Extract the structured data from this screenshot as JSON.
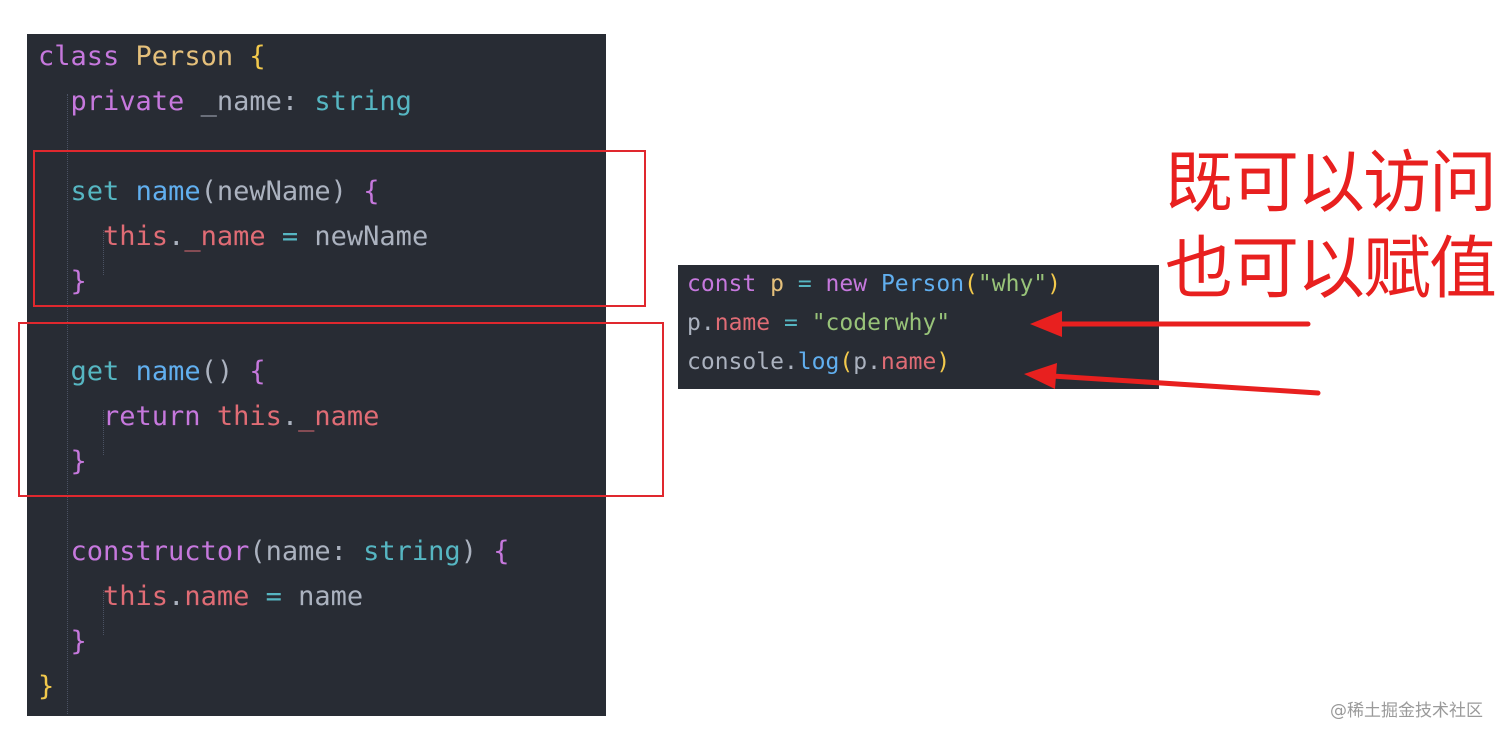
{
  "colors": {
    "editor_background": "#282c34",
    "keyword": "#c678dd",
    "class_name": "#e5c07b",
    "function": "#61afef",
    "type": "#56b6c2",
    "property": "#e06c75",
    "string": "#98c379",
    "plain": "#abb2bf",
    "annotation_red": "#e8201f"
  },
  "class_code": {
    "line1": {
      "kw": "class",
      "name": "Person",
      "brace": "{"
    },
    "line2": {
      "kw": "private",
      "field": "_name",
      "colon": ":",
      "type": "string"
    },
    "line4": {
      "kw": "set",
      "fn": "name",
      "open": "(",
      "param": "newName",
      "close": ")",
      "brace": "{"
    },
    "line5": {
      "this": "this",
      "dot": ".",
      "prop": "_name",
      "eq": "=",
      "value": "newName"
    },
    "line6": {
      "brace": "}"
    },
    "line8": {
      "kw": "get",
      "fn": "name",
      "parens": "()",
      "brace": "{"
    },
    "line9": {
      "kw": "return",
      "this": "this",
      "dot": ".",
      "prop": "_name"
    },
    "line10": {
      "brace": "}"
    },
    "line12": {
      "fn": "constructor",
      "open": "(",
      "param": "name",
      "colon": ":",
      "type": "string",
      "close": ")",
      "brace": "{"
    },
    "line13": {
      "this": "this",
      "dot": ".",
      "prop": "name",
      "eq": "=",
      "value": "name"
    },
    "line14": {
      "brace": "}"
    },
    "line15": {
      "brace": "}"
    }
  },
  "usage_code": {
    "line1": {
      "kw": "const",
      "var": "p",
      "eq": "=",
      "new": "new",
      "cls": "Person",
      "open": "(",
      "arg": "\"why\"",
      "close": ")"
    },
    "line2": {
      "obj": "p",
      "dot": ".",
      "prop": "name",
      "eq": "=",
      "value": "\"coderwhy\""
    },
    "line3": {
      "obj": "console",
      "dot": ".",
      "fn": "log",
      "open": "(",
      "arg_obj": "p",
      "arg_dot": ".",
      "arg_prop": "name",
      "close": ")"
    }
  },
  "annotation": {
    "line1": "既可以访问",
    "line2": "也可以赋值"
  },
  "watermark": "@稀土掘金技术社区"
}
